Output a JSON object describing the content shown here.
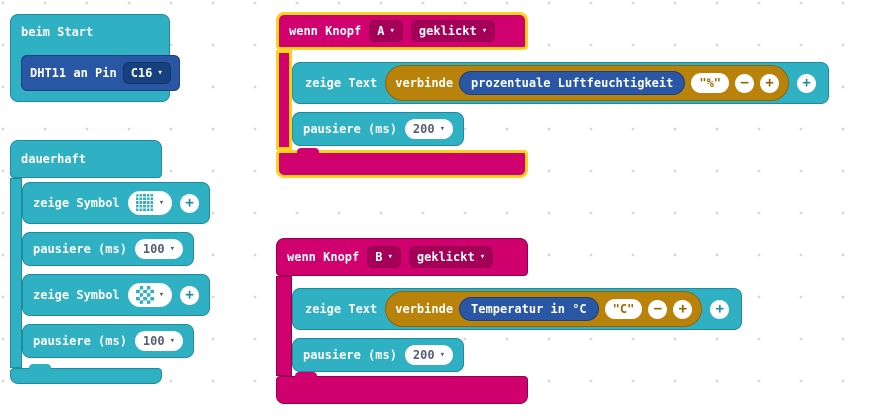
{
  "colors": {
    "teal": "#2fb0c3",
    "magenta": "#d0006f",
    "gold": "#b9830b",
    "blue": "#2a57a5",
    "selection_yellow": "#ffd21e"
  },
  "icons": {
    "dropdown_caret": "▾",
    "plus": "+",
    "minus": "−"
  },
  "start_block": {
    "title": "beim Start",
    "dht_label": "DHT11 an Pin",
    "dht_pin": "C16"
  },
  "forever_block": {
    "title": "dauerhaft",
    "blocks": [
      {
        "label": "zeige Symbol"
      },
      {
        "label": "pausiere (ms)",
        "value": "100"
      },
      {
        "label": "zeige Symbol"
      },
      {
        "label": "pausiere (ms)",
        "value": "100"
      }
    ]
  },
  "button_a_block": {
    "when_label": "wenn Knopf",
    "button": "A",
    "event": "geklickt",
    "show_text_label": "zeige Text",
    "join_label": "verbinde",
    "value": "prozentuale Luftfeuchtigkeit",
    "literal": "\"%\"",
    "pause_label": "pausiere (ms)",
    "pause_value": "200"
  },
  "button_b_block": {
    "when_label": "wenn Knopf",
    "button": "B",
    "event": "geklickt",
    "show_text_label": "zeige Text",
    "join_label": "verbinde",
    "value": "Temperatur in °C",
    "literal": "\"C\"",
    "pause_label": "pausiere (ms)",
    "pause_value": "200"
  }
}
